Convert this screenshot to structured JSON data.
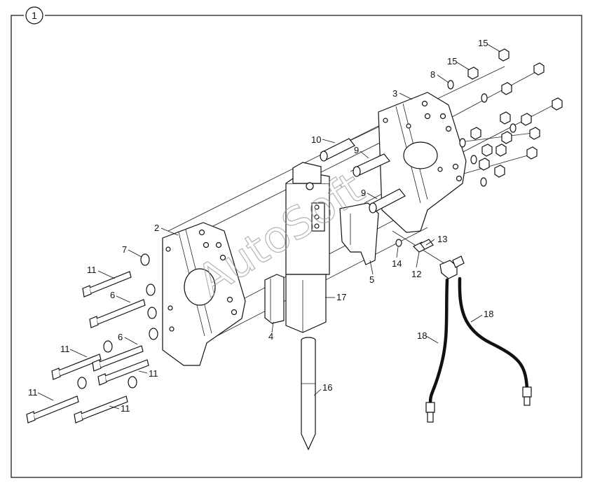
{
  "figure": {
    "frame_number": "1",
    "watermark": "AutoSoft",
    "callouts": [
      {
        "id": "c15a",
        "text": "15"
      },
      {
        "id": "c15b",
        "text": "15"
      },
      {
        "id": "c8",
        "text": "8"
      },
      {
        "id": "c3",
        "text": "3"
      },
      {
        "id": "c10",
        "text": "10"
      },
      {
        "id": "c9a",
        "text": "9"
      },
      {
        "id": "c9b",
        "text": "9"
      },
      {
        "id": "c2",
        "text": "2"
      },
      {
        "id": "c7",
        "text": "7"
      },
      {
        "id": "c11a",
        "text": "11"
      },
      {
        "id": "c6a",
        "text": "6"
      },
      {
        "id": "c13",
        "text": "13"
      },
      {
        "id": "c14",
        "text": "14"
      },
      {
        "id": "c12",
        "text": "12"
      },
      {
        "id": "c5",
        "text": "5"
      },
      {
        "id": "c17",
        "text": "17"
      },
      {
        "id": "c4",
        "text": "4"
      },
      {
        "id": "c11b",
        "text": "11"
      },
      {
        "id": "c6b",
        "text": "6"
      },
      {
        "id": "c11c",
        "text": "11"
      },
      {
        "id": "c18a",
        "text": "18"
      },
      {
        "id": "c18b",
        "text": "18"
      },
      {
        "id": "c16",
        "text": "16"
      },
      {
        "id": "c11d",
        "text": "11"
      },
      {
        "id": "c11e",
        "text": "11"
      }
    ]
  }
}
